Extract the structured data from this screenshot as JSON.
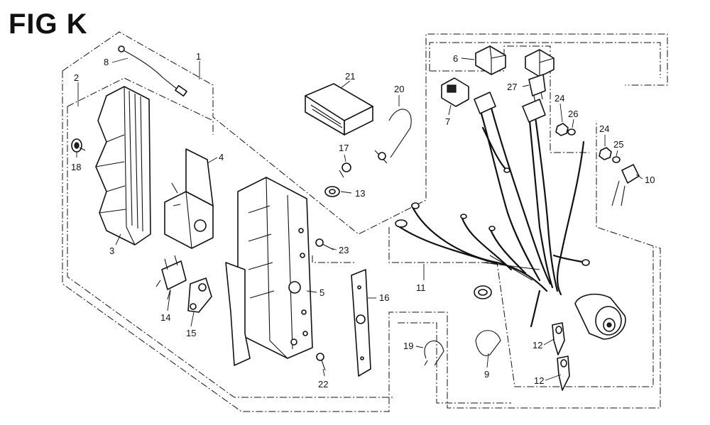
{
  "figure": {
    "title": "FIG K"
  },
  "callouts": [
    {
      "id": "c1",
      "label": "1"
    },
    {
      "id": "c2",
      "label": "2"
    },
    {
      "id": "c3",
      "label": "3"
    },
    {
      "id": "c4",
      "label": "4"
    },
    {
      "id": "c5",
      "label": "5"
    },
    {
      "id": "c6",
      "label": "6"
    },
    {
      "id": "c7",
      "label": "7"
    },
    {
      "id": "c8",
      "label": "8"
    },
    {
      "id": "c9",
      "label": "9"
    },
    {
      "id": "c10",
      "label": "10"
    },
    {
      "id": "c11",
      "label": "11"
    },
    {
      "id": "c12a",
      "label": "12"
    },
    {
      "id": "c12b",
      "label": "12"
    },
    {
      "id": "c13",
      "label": "13"
    },
    {
      "id": "c14",
      "label": "14"
    },
    {
      "id": "c15",
      "label": "15"
    },
    {
      "id": "c16",
      "label": "16"
    },
    {
      "id": "c17",
      "label": "17"
    },
    {
      "id": "c18",
      "label": "18"
    },
    {
      "id": "c19",
      "label": "19"
    },
    {
      "id": "c20",
      "label": "20"
    },
    {
      "id": "c21",
      "label": "21"
    },
    {
      "id": "c22",
      "label": "22"
    },
    {
      "id": "c23",
      "label": "23"
    },
    {
      "id": "c24a",
      "label": "24"
    },
    {
      "id": "c24b",
      "label": "24"
    },
    {
      "id": "c25",
      "label": "25"
    },
    {
      "id": "c26",
      "label": "26"
    },
    {
      "id": "c27",
      "label": "27"
    }
  ]
}
